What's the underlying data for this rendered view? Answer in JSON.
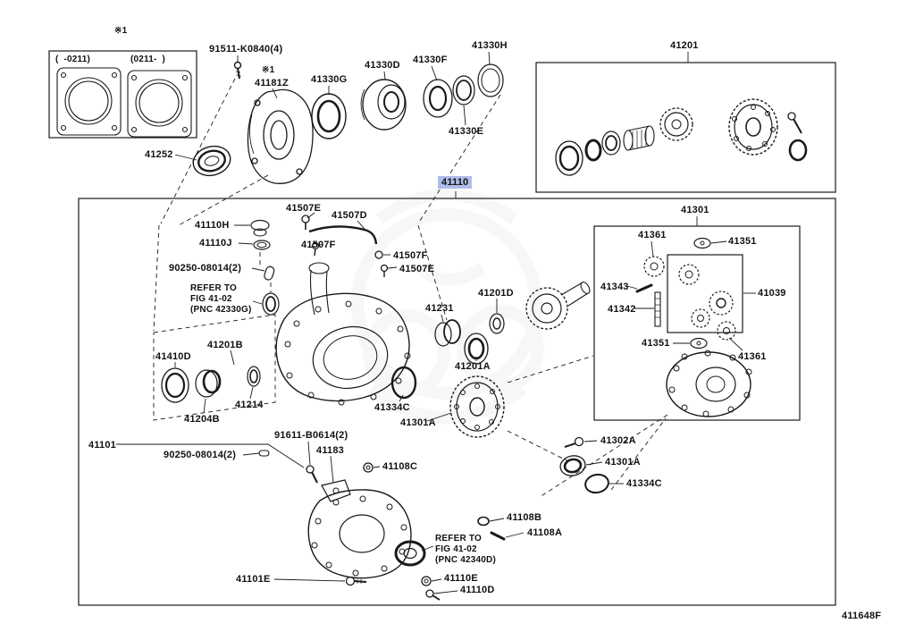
{
  "diagram": {
    "figure_code": "411648F",
    "selected_part": "41110",
    "highlight_color": "#aebce8",
    "line_color": "#1a1a1a"
  },
  "labels": {
    "note_star_top": "※1",
    "note_star_mid": "※1",
    "range_before": "(  -0211)",
    "range_after": "(0211-  )",
    "p41252": "41252",
    "p91511": "91511-K0840(4)",
    "p41181Z": "41181Z",
    "p41330G": "41330G",
    "p41330D": "41330D",
    "p41330F": "41330F",
    "p41330H": "41330H",
    "p41330E": "41330E",
    "p41201": "41201",
    "p41110": "41110",
    "p41301": "41301",
    "p41361_top": "41361",
    "p41351_top": "41351",
    "p41343": "41343",
    "p41342": "41342",
    "p41039": "41039",
    "p41351_bottom": "41351",
    "p41361_bottom": "41361",
    "p41110H": "41110H",
    "p41110J": "41110J",
    "p41507E_top": "41507E",
    "p41507D": "41507D",
    "p41507F_left": "41507F",
    "p41507F_right": "41507F",
    "p41507E_right": "41507E",
    "p90250_top": "90250-08014(2)",
    "refer1_line1": "REFER TO",
    "refer1_line2": "FIG 41-02",
    "refer1_line3": "(PNC 42330G)",
    "p41201D": "41201D",
    "p41231": "41231",
    "p41201B": "41201B",
    "p41410D": "41410D",
    "p41204B": "41204B",
    "p41214": "41214",
    "p41201A": "41201A",
    "p41334C_left": "41334C",
    "p41301A_left": "41301A",
    "p41101": "41101",
    "p91611": "91611-B0614(2)",
    "p41183": "41183",
    "p90250_bottom": "90250-08014(2)",
    "p41108C": "41108C",
    "p41302A": "41302A",
    "p41301A_right": "41301A",
    "p41334C_right": "41334C",
    "p41108B": "41108B",
    "p41108A": "41108A",
    "refer2_line1": "REFER TO",
    "refer2_line2": "FIG 41-02",
    "refer2_line3": "(PNC 42340D)",
    "p41101E": "41101E",
    "p41110E": "41110E",
    "p41110D": "41110D",
    "figure_code": "411648F"
  }
}
